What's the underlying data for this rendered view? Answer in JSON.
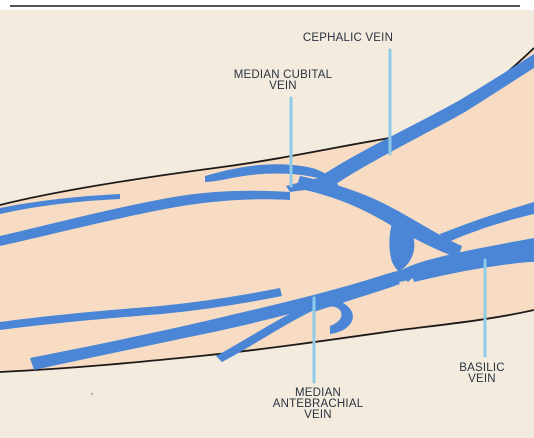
{
  "labels": {
    "cephalic_vein": "CEPHALIC VEIN",
    "median_cubital_line1": "MEDIAN CUBITAL",
    "median_cubital_line2": "VEIN",
    "basilic_line1": "BASILIC",
    "basilic_line2": "VEIN",
    "median_antebrachial_line1": "MEDIAN",
    "median_antebrachial_line2": "ANTEBRACHIAL",
    "median_antebrachial_line3": "VEIN"
  },
  "colors": {
    "background": "#f2ebde",
    "skin": "#f7dcc3",
    "vein": "#4b86d6",
    "outline": "#1e1a1a",
    "leader_line": "#8ecbe8",
    "label_text": "#2b3340"
  }
}
